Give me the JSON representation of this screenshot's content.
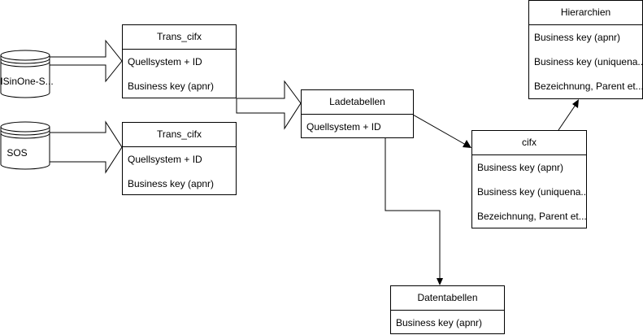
{
  "databases": {
    "isinone": {
      "label": "ISinOne-S..."
    },
    "sos": {
      "label": "SOS"
    }
  },
  "entities": {
    "trans_cifx_1": {
      "title": "Trans_cifx",
      "rows": [
        "Quellsystem + ID",
        "Business key (apnr)"
      ]
    },
    "trans_cifx_2": {
      "title": "Trans_cifx",
      "rows": [
        "Quellsystem + ID",
        "Business key (apnr)"
      ]
    },
    "ladetabellen": {
      "title": "Ladetabellen",
      "rows": [
        "Quellsystem + ID"
      ]
    },
    "cifx": {
      "title": "cifx",
      "rows": [
        "Business key (apnr)",
        "Business key (uniquena...",
        "Bezeichnung, Parent et..."
      ]
    },
    "hierarchien": {
      "title": "Hierarchien",
      "rows": [
        "Business key (apnr)",
        "Business key (uniquena...",
        "Bezeichnung, Parent et..."
      ]
    },
    "datentabellen": {
      "title": "Datentabellen",
      "rows": [
        "Business key (apnr)"
      ]
    }
  }
}
